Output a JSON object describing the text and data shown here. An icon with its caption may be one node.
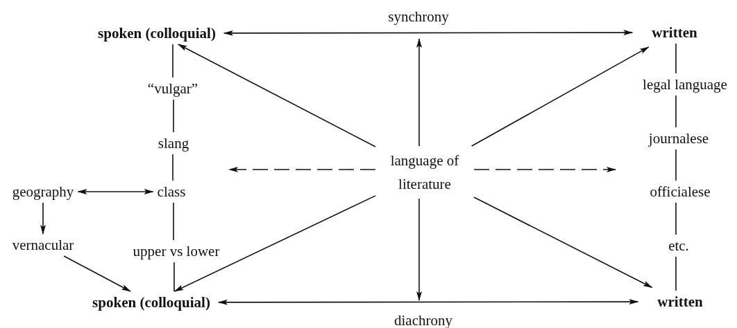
{
  "diagram": {
    "nodes": [
      {
        "text": [
          "spoken (colloquial)"
        ]
      },
      {
        "text": [
          "written"
        ]
      },
      {
        "text": [
          "“vulgar”"
        ]
      },
      {
        "text": [
          "legal language"
        ]
      },
      {
        "text": [
          "slang"
        ]
      },
      {
        "text": [
          "journalese"
        ]
      },
      {
        "text": [
          "language of literature"
        ]
      },
      {
        "text": [
          "geography"
        ]
      },
      {
        "text": [
          "class"
        ]
      },
      {
        "text": [
          "officialese"
        ]
      },
      {
        "text": [
          "vernacular"
        ]
      },
      {
        "text": [
          "upper vs lower"
        ]
      },
      {
        "text": [
          "etc."
        ]
      },
      {
        "text": [
          "spoken (colloquial)"
        ]
      },
      {
        "text": [
          "written"
        ]
      }
    ],
    "edges": [
      {
        "from": 0,
        "to": 1,
        "arrow": "both",
        "label": "synchrony"
      },
      {
        "from": 6,
        "to": null,
        "arrow": "to"
      },
      {
        "from": 6,
        "to": 0,
        "arrow": "to"
      },
      {
        "from": 6,
        "to": 1,
        "arrow": "to"
      },
      {
        "from": 6,
        "to": null,
        "arrow": "to",
        "style": "dashed"
      },
      {
        "from": 6,
        "to": null,
        "arrow": "to",
        "style": "dashed"
      },
      {
        "from": 6,
        "to": 13,
        "arrow": "to"
      },
      {
        "from": 6,
        "to": null,
        "arrow": "to"
      },
      {
        "from": 6,
        "to": 14,
        "arrow": "to"
      },
      {
        "from": 13,
        "to": 14,
        "arrow": "both",
        "label": "diachrony"
      },
      {
        "from": 0,
        "to": 2,
        "arrow": "none"
      },
      {
        "from": 2,
        "to": 4,
        "arrow": "none"
      },
      {
        "from": 4,
        "to": 8,
        "arrow": "none"
      },
      {
        "from": 8,
        "to": 11,
        "arrow": "none"
      },
      {
        "from": 11,
        "to": 13,
        "arrow": "none"
      },
      {
        "from": 7,
        "to": 8,
        "arrow": "both"
      },
      {
        "from": 7,
        "to": 10,
        "arrow": "to"
      },
      {
        "from": 10,
        "to": 13,
        "arrow": "to"
      },
      {
        "from": 1,
        "to": 3,
        "arrow": "none"
      },
      {
        "from": 3,
        "to": 5,
        "arrow": "none"
      },
      {
        "from": 5,
        "to": 9,
        "arrow": "none"
      },
      {
        "from": 9,
        "to": 12,
        "arrow": "none"
      },
      {
        "from": 12,
        "to": 14,
        "arrow": "none"
      }
    ]
  }
}
